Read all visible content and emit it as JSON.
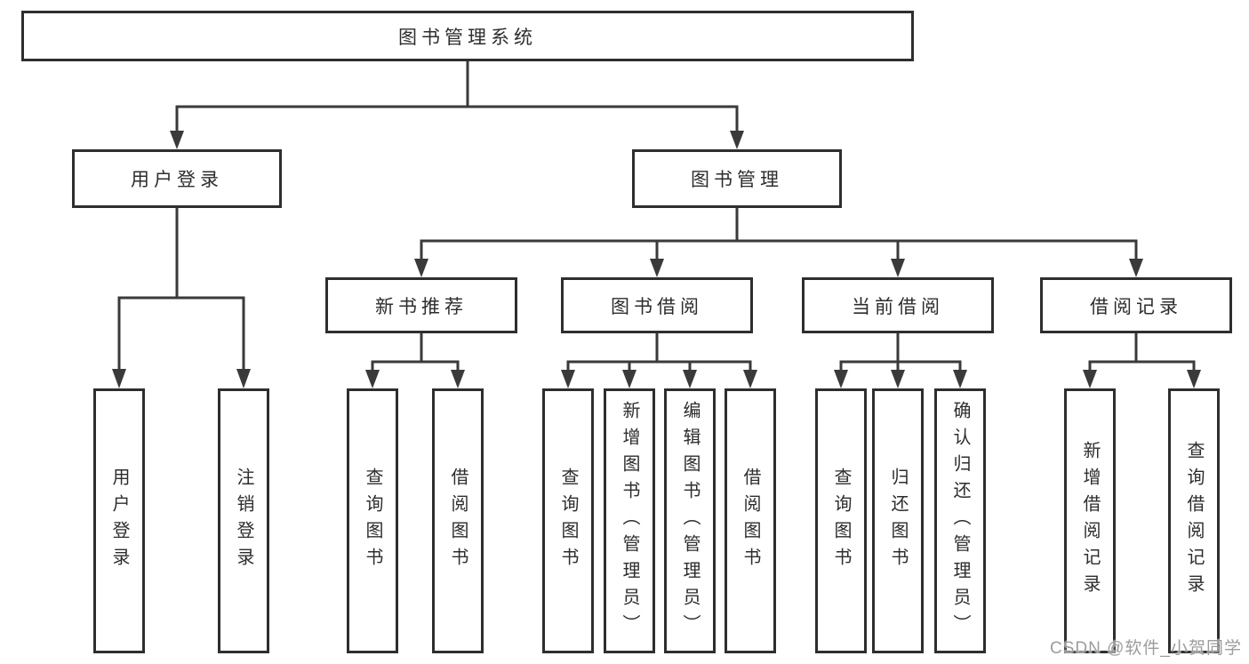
{
  "diagram": {
    "title": "图书管理系统",
    "level2": {
      "user_login": "用户登录",
      "book_mgmt": "图书管理"
    },
    "level3": {
      "new_books": "新书推荐",
      "borrowing": "图书借阅",
      "current": "当前借阅",
      "records": "借阅记录"
    },
    "leaves": {
      "login": [
        "用户登录",
        "注销登录"
      ],
      "new_books": [
        "查询图书",
        "借阅图书"
      ],
      "borrowing": [
        "查询图书",
        "新增图书（管理员）",
        "编辑图书（管理员）",
        "借阅图书"
      ],
      "current": [
        "查询图书",
        "归还图书",
        "确认归还（管理员）"
      ],
      "records": [
        "新增借阅记录",
        "查询借阅记录"
      ]
    },
    "watermark": "CSDN @软件_小贺同学",
    "colors": {
      "line": "#3a3a3a",
      "box_border": "#2e2e2e",
      "text": "#2d2d2d",
      "watermark": "#919191"
    }
  }
}
